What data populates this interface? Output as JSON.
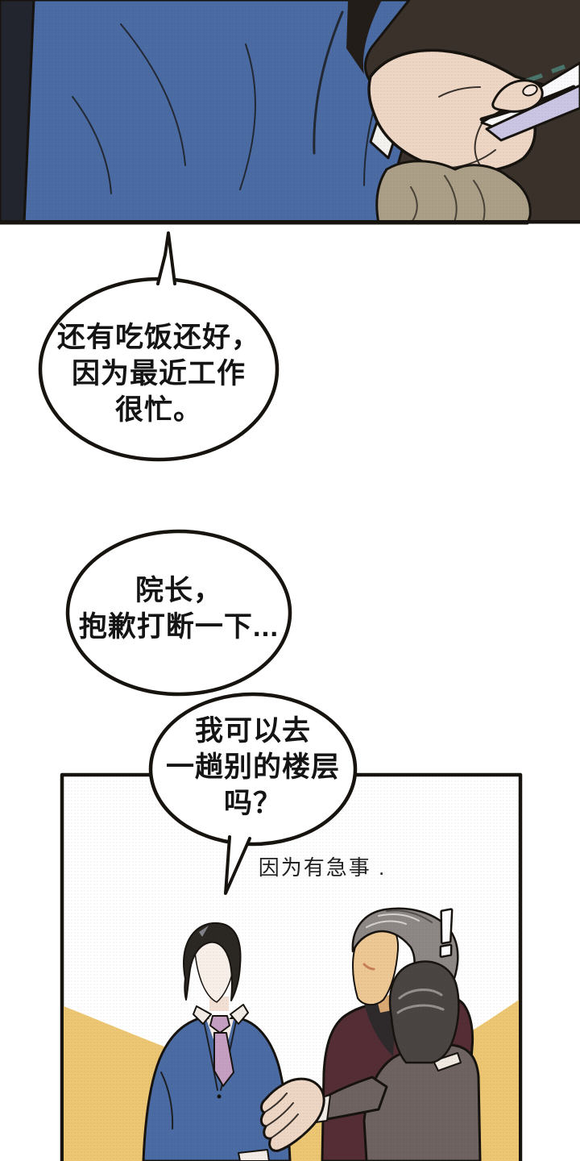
{
  "comic": {
    "bubbles": [
      {
        "lines": [
          "还有吃饭还好，",
          "因为最近工作",
          "很忙。"
        ]
      },
      {
        "lines": [
          "院长，",
          "抱歉打断一下..."
        ]
      },
      {
        "lines": [
          "我可以去",
          "一趟别的楼层",
          "吗？"
        ]
      }
    ],
    "caption": "因为有急事 .",
    "exclamation": "!"
  },
  "colors": {
    "ink": "#17130f",
    "panel1_bg": "#3a312b",
    "side_coat": "#23252e",
    "suit_blue": "#4a6ba3",
    "cuff_white": "#f4f2ef",
    "skin_hand": "#eed6c5",
    "card_white": "#fafafc",
    "card_lavender": "#c9c5e3",
    "card_mark_teal": "#49756b",
    "glove_tan": "#ab9f88",
    "floor_yellow": "#ecc673",
    "suit_maroon": "#552e35",
    "suit_gray": "#6e6361",
    "hair_black": "#2b2723",
    "hair_gray": "#8d8885",
    "hair_darkgray": "#4a4442",
    "face_pale": "#f8efe9",
    "face_tan": "#edc794",
    "tie_mauve": "#c59fc2",
    "shirt_white": "#f3ece6",
    "bubble_fill": "#ffffff"
  }
}
